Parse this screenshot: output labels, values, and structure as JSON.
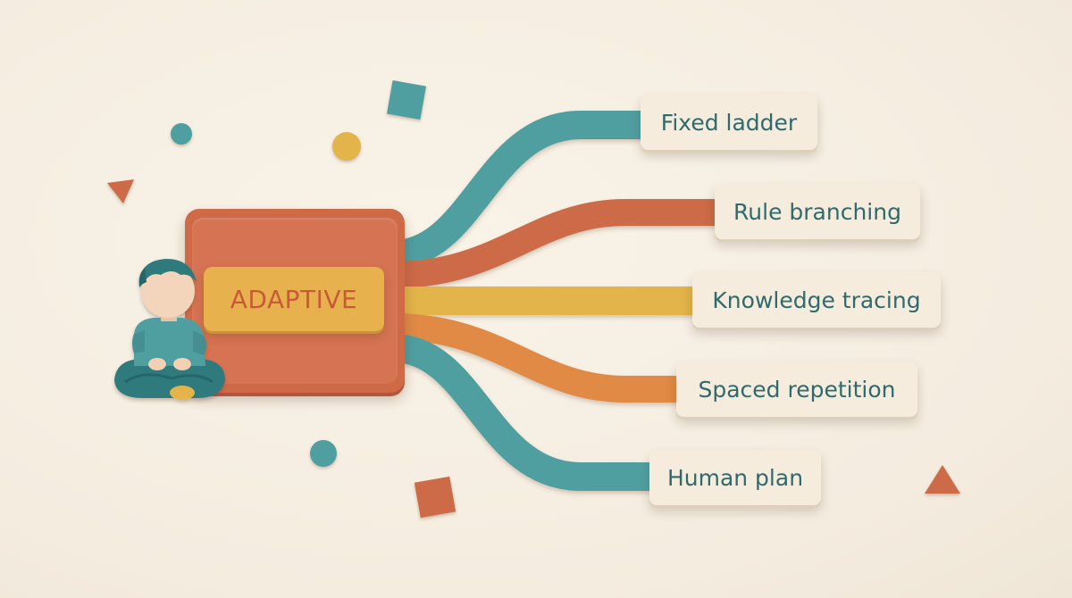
{
  "diagram": {
    "hub": {
      "label": "ADAPTIVE"
    },
    "branches": [
      {
        "label": "Fixed ladder",
        "color": "#4f9fa1"
      },
      {
        "label": "Rule branching",
        "color": "#cd6a46"
      },
      {
        "label": "Knowledge tracing",
        "color": "#e2b448"
      },
      {
        "label": "Spaced repetition",
        "color": "#e08a44"
      },
      {
        "label": "Human plan",
        "color": "#4f9fa1"
      }
    ]
  },
  "palette": {
    "background": "#f6efe3",
    "teal": "#4f9fa1",
    "terracotta": "#cd6a46",
    "mustard": "#e2b448",
    "orange": "#e08a44",
    "label_text": "#2f6a6c"
  },
  "decorations": {
    "illustration": "child-figure",
    "shapes": [
      "teal-circle",
      "mustard-circle",
      "teal-square",
      "terracotta-triangle",
      "teal-circle",
      "terracotta-square",
      "terracotta-triangle"
    ]
  }
}
